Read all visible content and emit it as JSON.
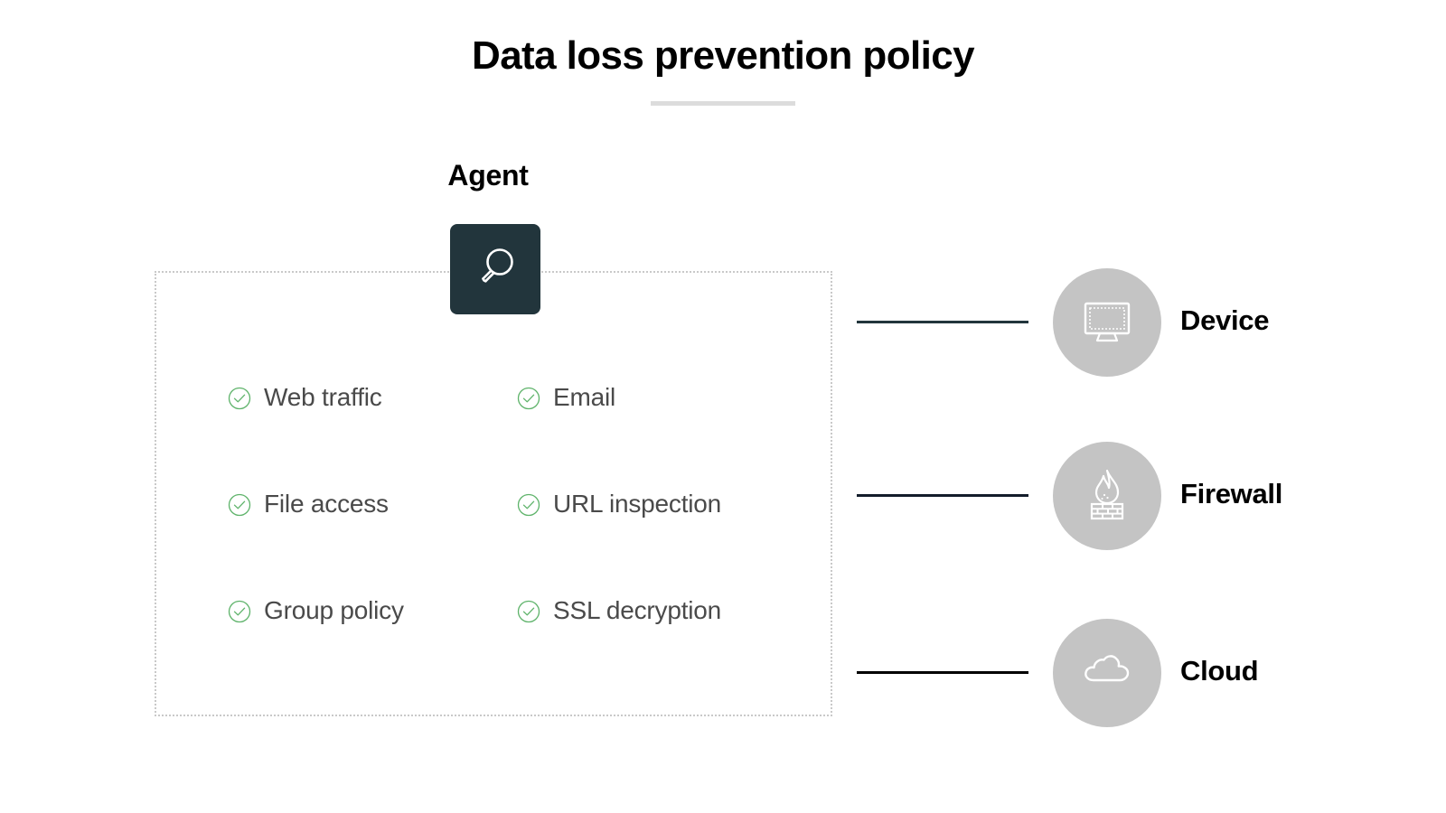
{
  "title": "Data loss prevention policy",
  "agent": {
    "label": "Agent",
    "icon": "magnifying-glass-icon",
    "tile_color": "#22353c"
  },
  "panel": {
    "border_style": "dotted",
    "border_color": "#c9c9c9"
  },
  "checklist": {
    "check_color": "#5eb36a",
    "text_color": "#4a4a4a",
    "items": [
      {
        "label": "Web traffic",
        "icon": "check-circle-icon"
      },
      {
        "label": "Email",
        "icon": "check-circle-icon"
      },
      {
        "label": "File access",
        "icon": "check-circle-icon"
      },
      {
        "label": "URL inspection",
        "icon": "check-circle-icon"
      },
      {
        "label": "Group policy",
        "icon": "check-circle-icon"
      },
      {
        "label": "SSL decryption",
        "icon": "check-circle-icon"
      }
    ]
  },
  "nodes": [
    {
      "label": "Device",
      "icon": "monitor-icon",
      "circle_color": "#c4c4c4",
      "line_color": "#22353c"
    },
    {
      "label": "Firewall",
      "icon": "firewall-icon",
      "circle_color": "#c4c4c4",
      "line_color": "#131c2b"
    },
    {
      "label": "Cloud",
      "icon": "cloud-icon",
      "circle_color": "#c4c4c4",
      "line_color": "#000000"
    }
  ],
  "colors": {
    "background": "#ffffff",
    "title": "#000000",
    "title_rule": "#dcdcdc"
  }
}
